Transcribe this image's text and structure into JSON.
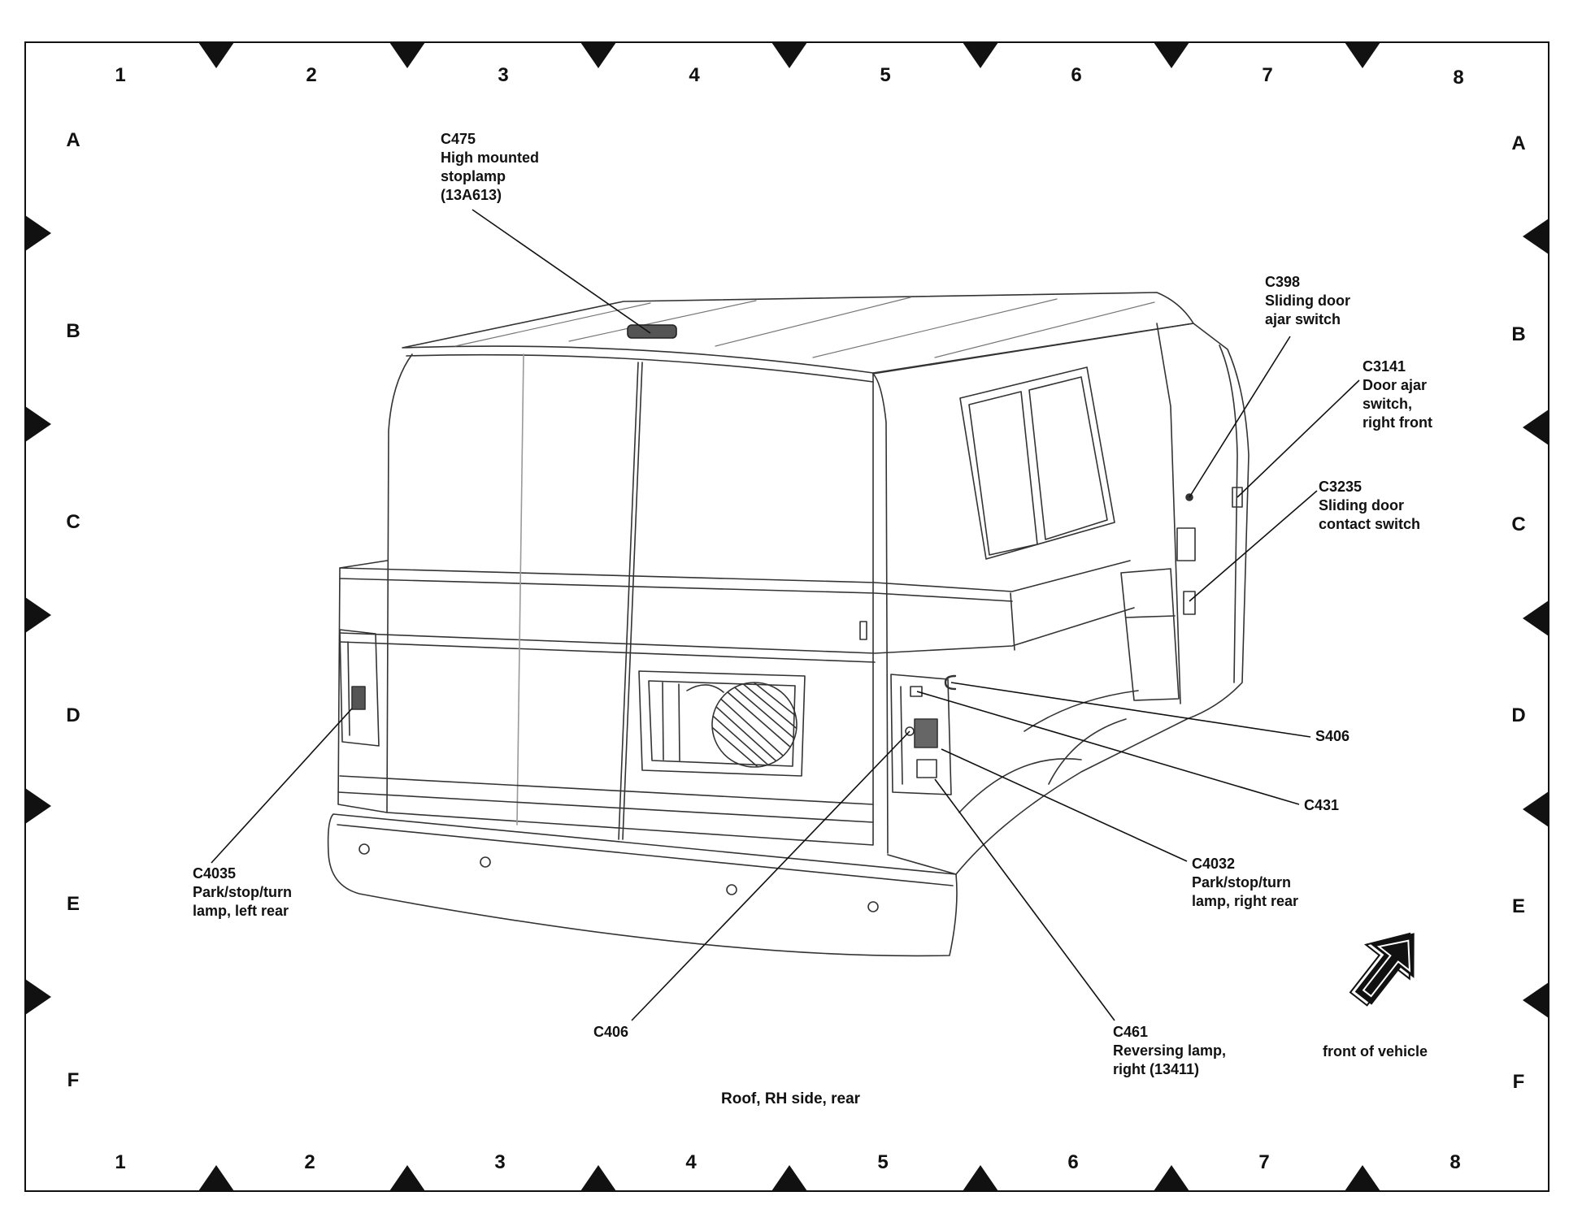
{
  "grid": {
    "columns": [
      "1",
      "2",
      "3",
      "4",
      "5",
      "6",
      "7",
      "8"
    ],
    "rows": [
      "A",
      "B",
      "C",
      "D",
      "E",
      "F"
    ]
  },
  "callouts": {
    "c475": {
      "code": "C475",
      "lines": [
        "High mounted",
        "stoplamp",
        "(13A613)"
      ]
    },
    "c398": {
      "code": "C398",
      "lines": [
        "Sliding door",
        "ajar switch"
      ]
    },
    "c3141": {
      "code": "C3141",
      "lines": [
        "Door ajar",
        "switch,",
        "right front"
      ]
    },
    "c3235": {
      "code": "C3235",
      "lines": [
        "Sliding door",
        "contact switch"
      ]
    },
    "s406": {
      "code": "S406"
    },
    "c431": {
      "code": "C431"
    },
    "c4032": {
      "code": "C4032",
      "lines": [
        "Park/stop/turn",
        "lamp, right rear"
      ]
    },
    "c4035": {
      "code": "C4035",
      "lines": [
        "Park/stop/turn",
        "lamp, left rear"
      ]
    },
    "c406": {
      "code": "C406"
    },
    "c461": {
      "code": "C461",
      "lines": [
        "Reversing lamp,",
        "right (13411)"
      ]
    }
  },
  "caption": "Roof, RH side, rear",
  "orientation": {
    "label": "front of vehicle",
    "icon": "arrow-up-right-icon"
  },
  "colors": {
    "line": "#111111",
    "drawing": "#333333"
  }
}
